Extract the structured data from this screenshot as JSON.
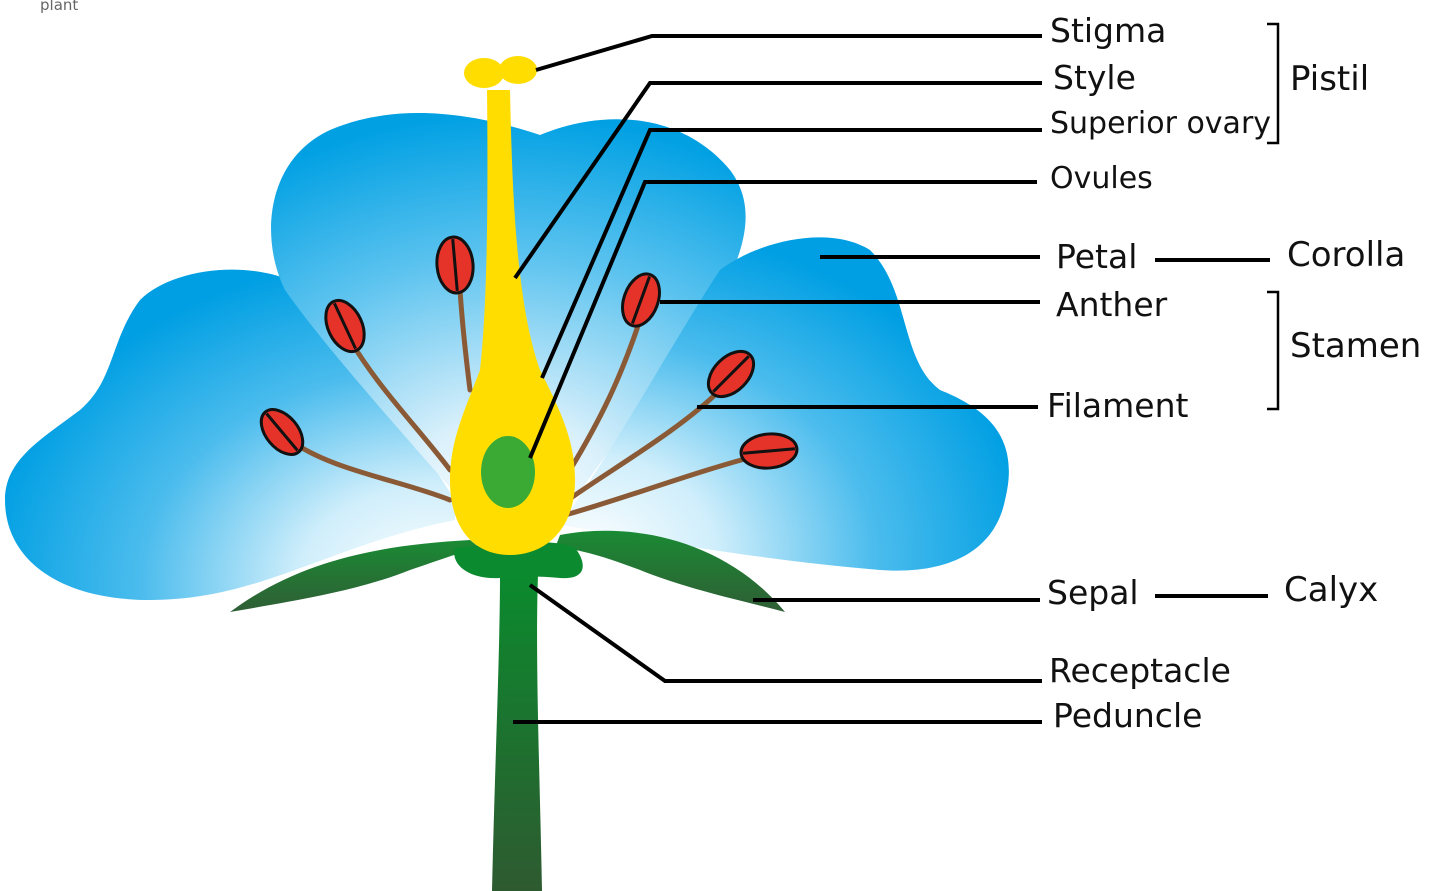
{
  "corner_text": "plant",
  "labels": {
    "stigma": "Stigma",
    "style": "Style",
    "superior_ovary": "Superior ovary",
    "ovules": "Ovules",
    "petal": "Petal",
    "anther": "Anther",
    "filament": "Filament",
    "sepal": "Sepal",
    "receptacle": "Receptacle",
    "peduncle": "Peduncle"
  },
  "groups": {
    "pistil": "Pistil",
    "corolla": "Corolla",
    "stamen": "Stamen",
    "calyx": "Calyx"
  },
  "colors": {
    "petal_blue": "#00a0e3",
    "pistil_yellow": "#ffdd00",
    "ovule_green": "#3aaa35",
    "sepal_green": "#1f7a30",
    "stem_green": "#0f7f2e",
    "anther_red": "#e5332a",
    "filament_brown": "#8a5a36"
  }
}
